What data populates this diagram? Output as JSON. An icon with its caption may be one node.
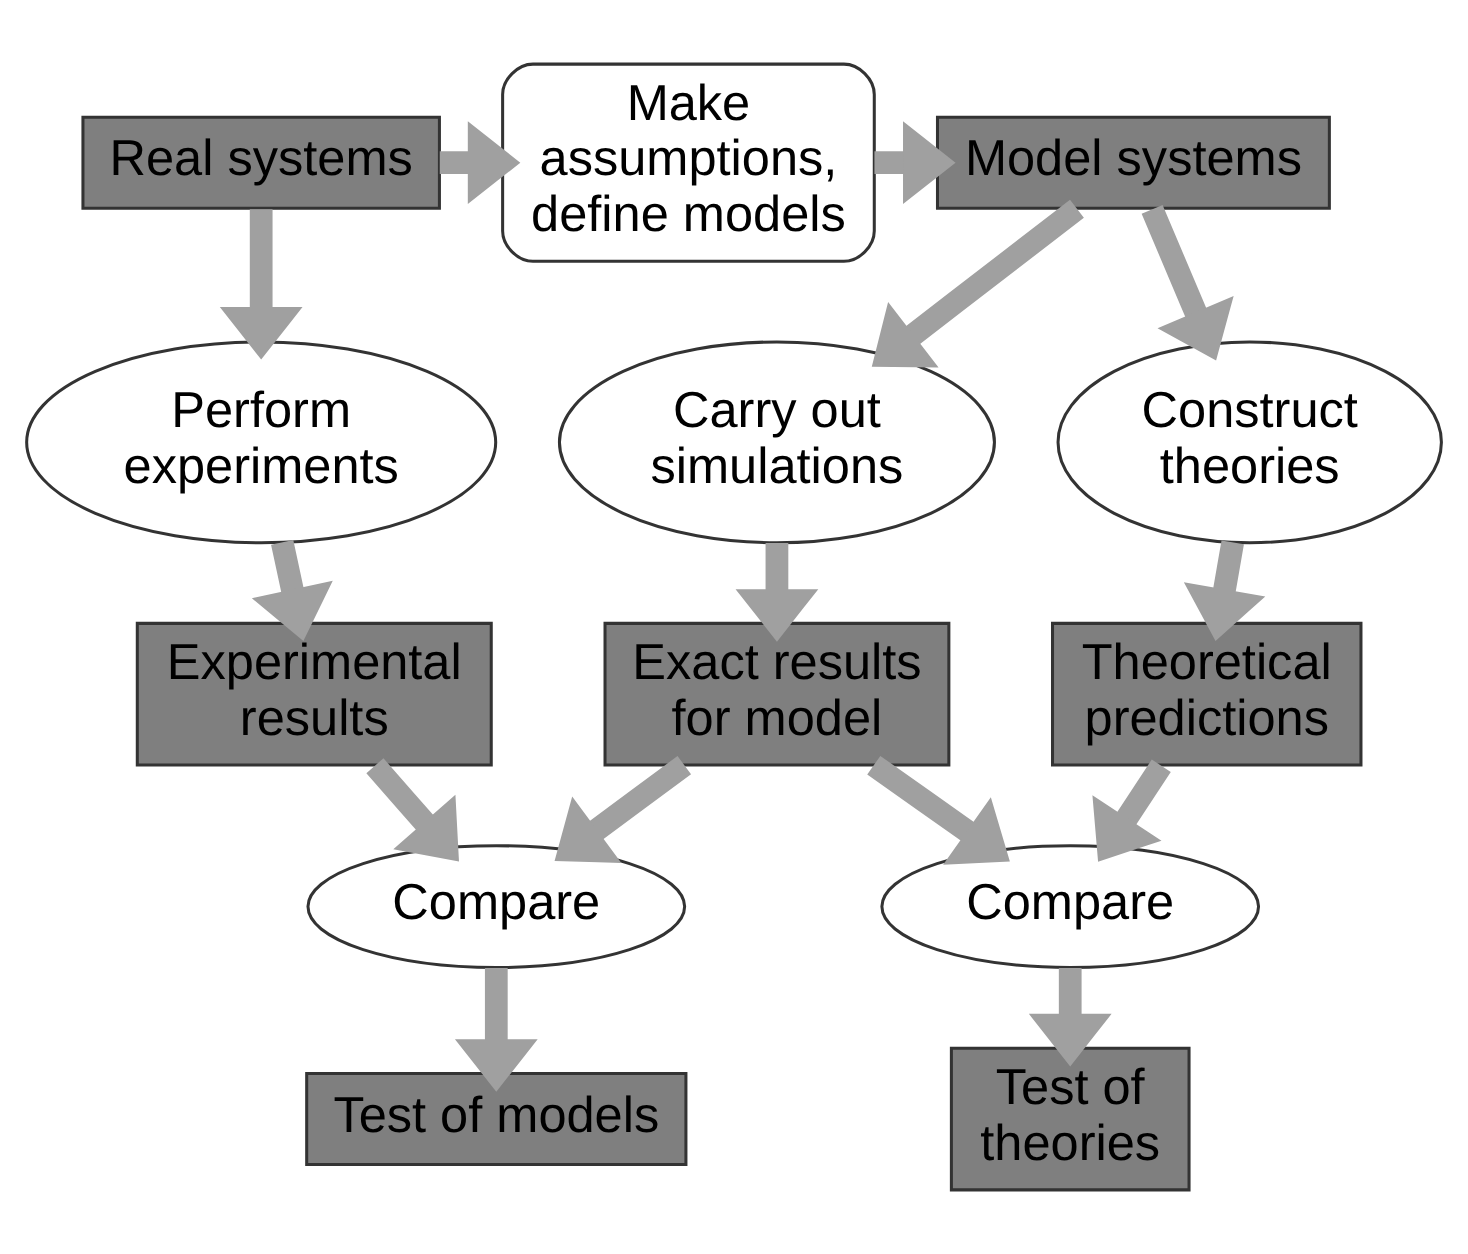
{
  "diagram": {
    "nodes": [
      {
        "text": [
          "Real systems"
        ]
      },
      {
        "text": [
          "Make assumptions, define models"
        ]
      },
      {
        "text": [
          "Model systems"
        ]
      },
      {
        "text": [
          "Perform experiments"
        ]
      },
      {
        "text": [
          "Carry out simulations"
        ]
      },
      {
        "text": [
          "Construct theories"
        ]
      },
      {
        "text": [
          "Experimental results"
        ]
      },
      {
        "text": [
          "Exact results for model"
        ]
      },
      {
        "text": [
          "Theoretical predictions"
        ]
      },
      {
        "text": [
          "Compare"
        ]
      },
      {
        "text": [
          "Compare"
        ]
      },
      {
        "text": [
          "Test of models"
        ]
      },
      {
        "text": [
          "Test of theories"
        ]
      }
    ],
    "edges": [
      {
        "from": 0,
        "to": 1,
        "arrow": "to"
      },
      {
        "from": 1,
        "to": 2,
        "arrow": "to"
      },
      {
        "from": 0,
        "to": 3,
        "arrow": "to"
      },
      {
        "from": 2,
        "to": 4,
        "arrow": "to"
      },
      {
        "from": 2,
        "to": 5,
        "arrow": "to"
      },
      {
        "from": 3,
        "to": 6,
        "arrow": "to"
      },
      {
        "from": 4,
        "to": 7,
        "arrow": "to"
      },
      {
        "from": 5,
        "to": 8,
        "arrow": "to"
      },
      {
        "from": 6,
        "to": 9,
        "arrow": "to"
      },
      {
        "from": 7,
        "to": 9,
        "arrow": "to"
      },
      {
        "from": 7,
        "to": 10,
        "arrow": "to"
      },
      {
        "from": 8,
        "to": 10,
        "arrow": "to"
      },
      {
        "from": 9,
        "to": 11,
        "arrow": "to"
      },
      {
        "from": 10,
        "to": 12,
        "arrow": "to"
      }
    ]
  }
}
